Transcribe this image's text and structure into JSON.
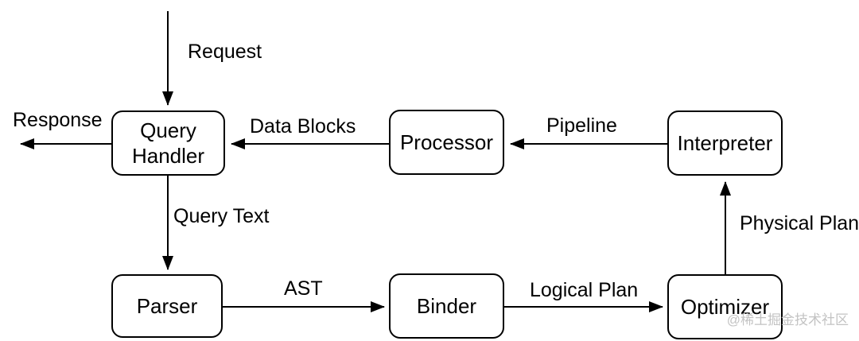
{
  "diagram": {
    "background": "#ffffff",
    "stroke_color": "#000000",
    "nodes": [
      {
        "id": "query-handler",
        "label": "Query Handler"
      },
      {
        "id": "processor",
        "label": "Processor"
      },
      {
        "id": "interpreter",
        "label": "Interpreter"
      },
      {
        "id": "parser",
        "label": "Parser"
      },
      {
        "id": "binder",
        "label": "Binder"
      },
      {
        "id": "optimizer",
        "label": "Optimizer"
      }
    ],
    "edges": [
      {
        "id": "request",
        "label": "Request",
        "from": "external",
        "to": "query-handler",
        "direction": "down"
      },
      {
        "id": "response",
        "label": "Response",
        "from": "query-handler",
        "to": "external",
        "direction": "left"
      },
      {
        "id": "data-blocks",
        "label": "Data Blocks",
        "from": "processor",
        "to": "query-handler",
        "direction": "left"
      },
      {
        "id": "pipeline",
        "label": "Pipeline",
        "from": "interpreter",
        "to": "processor",
        "direction": "left"
      },
      {
        "id": "query-text",
        "label": "Query Text",
        "from": "query-handler",
        "to": "parser",
        "direction": "down"
      },
      {
        "id": "ast",
        "label": "AST",
        "from": "parser",
        "to": "binder",
        "direction": "right"
      },
      {
        "id": "logical-plan",
        "label": "Logical Plan",
        "from": "binder",
        "to": "optimizer",
        "direction": "right"
      },
      {
        "id": "physical-plan",
        "label": "Physical Plan",
        "from": "optimizer",
        "to": "interpreter",
        "direction": "up"
      }
    ],
    "watermark": "@稀土掘金技术社区",
    "watermark_color": "#c3c3c3"
  }
}
